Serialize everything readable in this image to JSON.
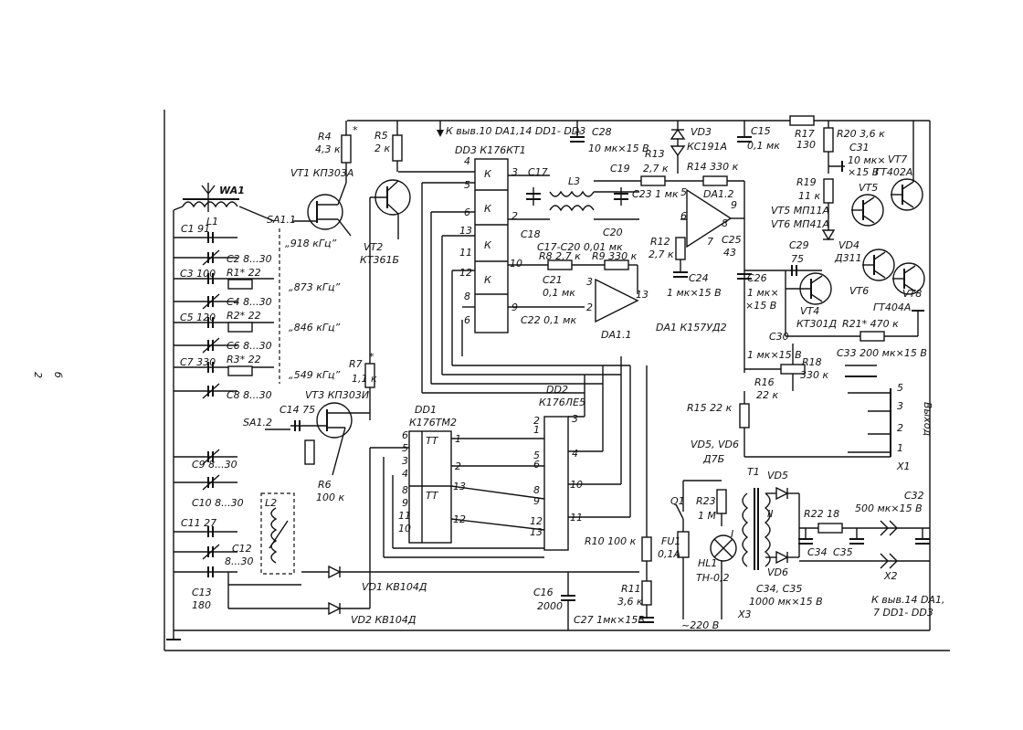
{
  "page_number": [
    "б",
    "2"
  ],
  "labels": {
    "R4": "R4",
    "R4v": "4,3 к",
    "R4star": "*",
    "R5": "R5",
    "R5v": "2 к",
    "note_top": "К выв.10 DA1,14 DD1- DD3",
    "C28": "С28",
    "C28v": "10 мк×15 В",
    "VD3": "VD3",
    "VD3v": "КС191А",
    "C15": "С15",
    "C15v": "0,1 мк",
    "R17": "R17",
    "R17v": "130",
    "R20": "R20 3,6 к",
    "C31": "С31",
    "C31v1": "10 мк×",
    "C31v2": "×15 В",
    "VT7": "VT7",
    "VT7v": "ГТ402А",
    "WA1": "WA1",
    "VT1": "VT1  КП303А",
    "DD3": "DD3  К176КТ1",
    "C17": "С17",
    "L3": "L3",
    "C19": "С19",
    "R13": "R13",
    "R13v": "2,7 к",
    "R14": "R14 330 к",
    "C23": "С23 1 мк",
    "DA12": "DA1.2",
    "C25": "С25",
    "C25v": "43",
    "R19": "R19",
    "R19v": "11 к",
    "VT5": "VT5",
    "VT5lbl": "VT5  МП11А",
    "VT6lbl": "VT6  МП41А",
    "L1": "L1",
    "SA11": "SA1.1",
    "C1": "С1  91",
    "C2": "С2  8...30",
    "C3": "С3 100",
    "R1": "R1*  22",
    "C4": "С4  8...30",
    "C5": "С5 120",
    "R2": "R2*  22",
    "C6": "С6  8...30",
    "C7": "С7 330",
    "R3": "R3*  22",
    "C8": "С8  8...30",
    "f918": "„918 кГц”",
    "f873": "„873 кГц”",
    "f846": "„846 кГц”",
    "f549": "„549 кГц”",
    "VT2": "VT2",
    "VT2v": "КТ361Б",
    "C18": "С18",
    "C20": "С20",
    "C1720": "С17-С20  0,01 мк",
    "R8": "R8  2,7 к",
    "R9": "R9  330 к",
    "C21": "С21",
    "C21v": "0,1 мк",
    "C22": "С22  0,1 мк",
    "DA11": "DA1.1",
    "R12": "R12",
    "R12v": "2,7 к",
    "C24": "С24",
    "C24v": "1 мк×15 В",
    "C26": "С26",
    "C26v1": "1 мк×",
    "C26v2": "×15 В",
    "DA1": "DA1  К157УД2",
    "C29": "С29",
    "C29v": "75",
    "VD4": "VD4",
    "VD4v": "Д311",
    "VT6": "VT6",
    "VT8": "VT8",
    "VT8v": "ГТ404А",
    "VT4": "VT4",
    "VT4v": "КТ301Д",
    "R21": "R21*  470 к",
    "C30": "С30",
    "C30v": "1 мк×15 В",
    "C33": "С33  200 мк×15 В",
    "R16": "R16",
    "R16v": "22 к",
    "R18": "R18",
    "R18v": "330 к",
    "R7": "R7",
    "R7star": "*",
    "R7v": "1,1 к",
    "VT3": "VT3  КП303И",
    "DD1": "DD1",
    "DD1v": "К176ТМ2",
    "DD2": "DD2",
    "DD2v": "К176ЛЕ5",
    "R15": "R15  22 к",
    "out": "Выход",
    "X1": "X1",
    "C9": "С9  8...30",
    "SA12": "SA1.2",
    "C14": "С14  75",
    "R6": "R6",
    "R6v": "100 к",
    "L2": "L2",
    "C10": "С10  8...30",
    "C11": "С11 27",
    "C12": "С12",
    "C12v": "8...30",
    "C13": "С13",
    "C13v": "180",
    "VD1": "VD1  КВ104Д",
    "VD2": "VD2  КВ104Д",
    "VD56": "VD5, VD6",
    "VD56v": "Д7Б",
    "T1": "T1",
    "VD5": "VD5",
    "VD6": "VD6",
    "Q1": "Q1",
    "R23": "R23",
    "R23v": "1 М",
    "FU1": "FU1",
    "FU1v": "0,1А",
    "HL1": "HL1",
    "HL1v": "ТН-0,2",
    "wI": "I",
    "wII": "II",
    "R22": "R22  18",
    "C34": "С34",
    "C35": "С35",
    "C32": "С32",
    "C32v": "500 мк×15 В",
    "C3435": "С34, С35",
    "C3435v": "1000 мк×15 В",
    "X2": "X2",
    "X3": "X3",
    "R10": "R10  100 к",
    "C16": "С16",
    "C16v": "2000",
    "R11": "R11",
    "R11v": "3,6 к",
    "C27": "С27  1мк×15В",
    "mains": "~220 В",
    "note_bot1": "К выв.14 DA1,",
    "note_bot2": "7 DD1- DD3",
    "K": "К",
    "TT": "ТТ"
  }
}
